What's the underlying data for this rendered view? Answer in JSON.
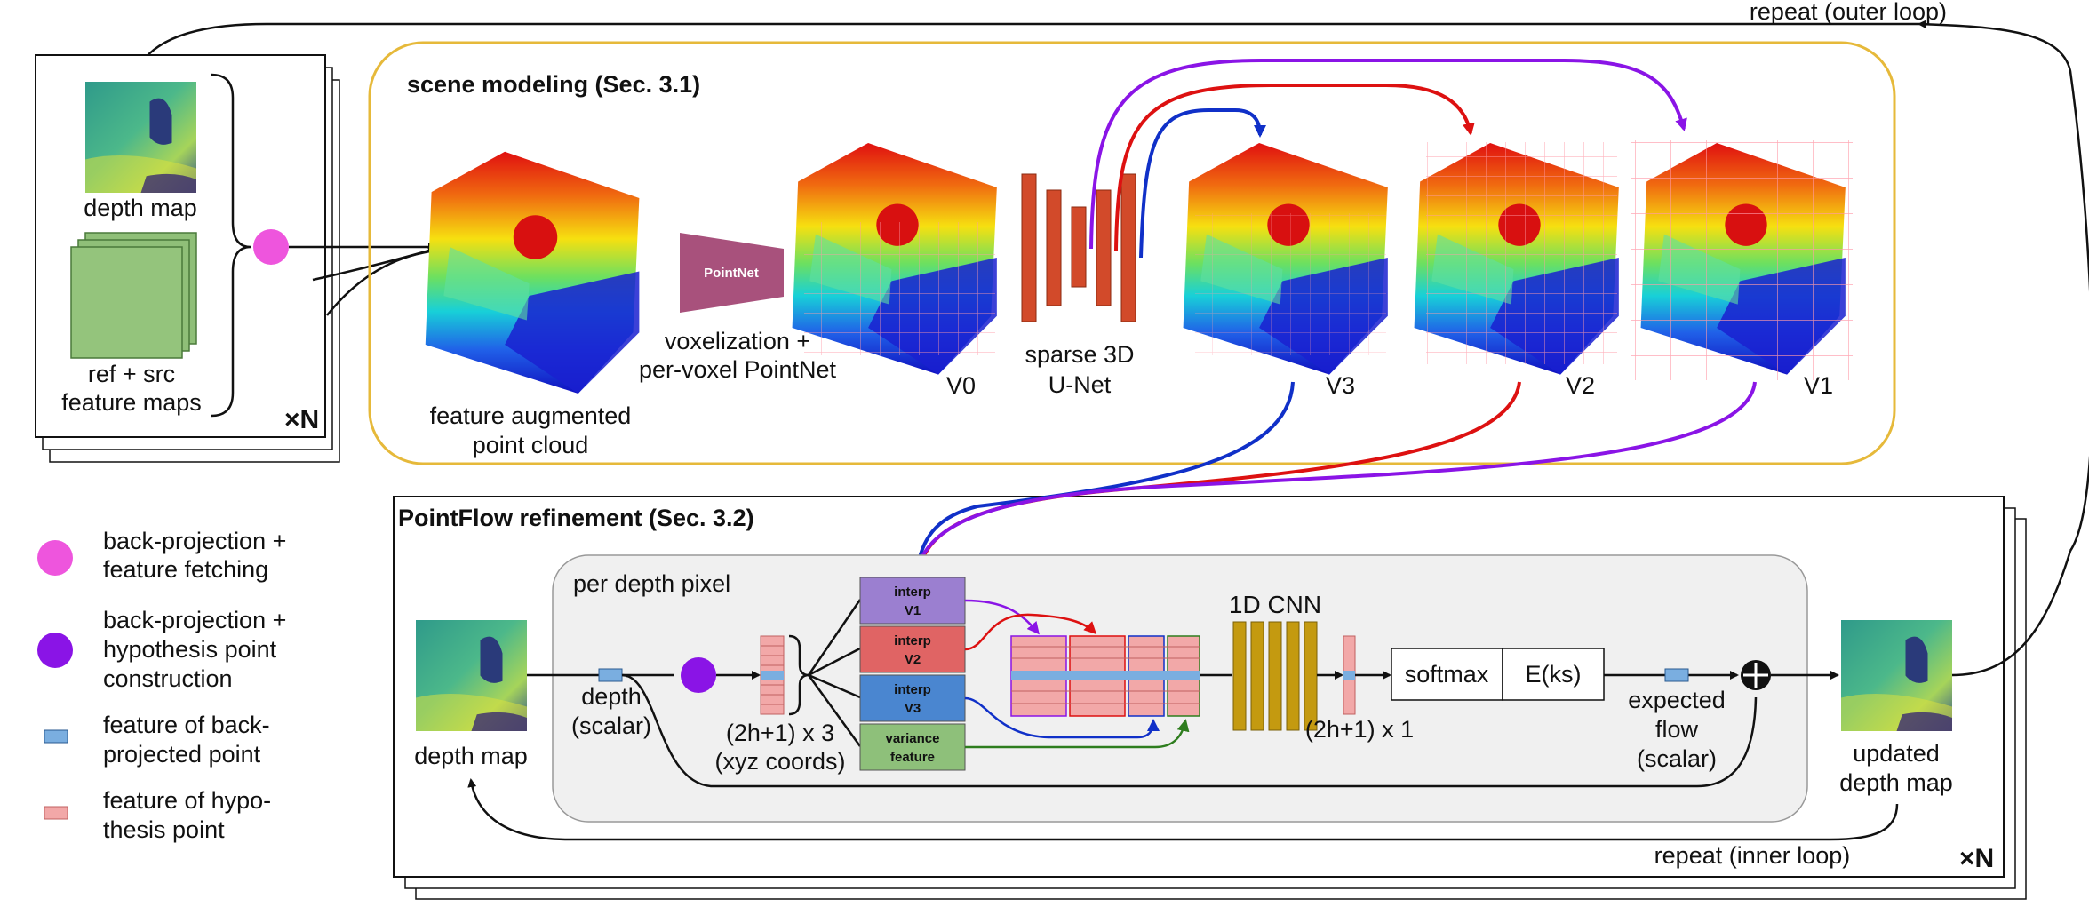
{
  "loops": {
    "outer": "repeat (outer loop)",
    "inner": "repeat (inner loop)"
  },
  "input_stack": {
    "depth_map": "depth map",
    "feature_maps_line1": "ref + src",
    "feature_maps_line2": "feature maps",
    "multiplier": "×N"
  },
  "scene_modeling": {
    "title": "scene modeling (Sec. 3.1)",
    "point_cloud_line1": "feature augmented",
    "point_cloud_line2": "point cloud",
    "pointnet": "PointNet",
    "voxelization_line1": "voxelization +",
    "voxelization_line2": "per-voxel PointNet",
    "unet_line1": "sparse 3D",
    "unet_line2": "U-Net",
    "v0": "V0",
    "v3": "V3",
    "v2": "V2",
    "v1": "V1"
  },
  "refinement": {
    "title": "PointFlow refinement (Sec. 3.2)",
    "per_pixel": "per depth pixel",
    "depth_map": "depth map",
    "depth_line1": "depth",
    "depth_line2": "(scalar)",
    "coords_line1": "(2h+1) x 3",
    "coords_line2": "(xyz coords)",
    "interp_v1_a": "interp",
    "interp_v1_b": "V1",
    "interp_v2_a": "interp",
    "interp_v2_b": "V2",
    "interp_v3_a": "interp",
    "interp_v3_b": "V3",
    "variance_a": "variance",
    "variance_b": "feature",
    "cnn": "1D CNN",
    "cnn_out": "(2h+1) x 1",
    "softmax": "softmax",
    "expectation": "E(ks)",
    "flow_line1": "expected",
    "flow_line2": "flow",
    "flow_line3": "(scalar)",
    "updated_line1": "updated",
    "updated_line2": "depth map",
    "multiplier": "×N"
  },
  "legend": {
    "item1_line1": "back-projection +",
    "item1_line2": "feature fetching",
    "item2_line1": "back-projection +",
    "item2_line2": "hypothesis point",
    "item2_line3": "construction",
    "item3_line1": "feature of back-",
    "item3_line2": "projected point",
    "item4_line1": "feature of hypo-",
    "item4_line2": "thesis point"
  },
  "colors": {
    "scene_border": "#e6b93a",
    "magenta": "#ee55dd",
    "purple": "#8a14e6",
    "red": "#dd1111",
    "blue": "#1030c8",
    "green": "#2e7d1e",
    "pointnet": "#a8517c",
    "unet": "#d24a2a",
    "cnn": "#c49a10",
    "interp_v1": "#9b7fd0",
    "interp_v2": "#e06464",
    "interp_v3": "#4a86d0",
    "variance": "#8ec07a",
    "feature_pink": "#f2a8a8",
    "feature_blue": "#7aaee0"
  }
}
